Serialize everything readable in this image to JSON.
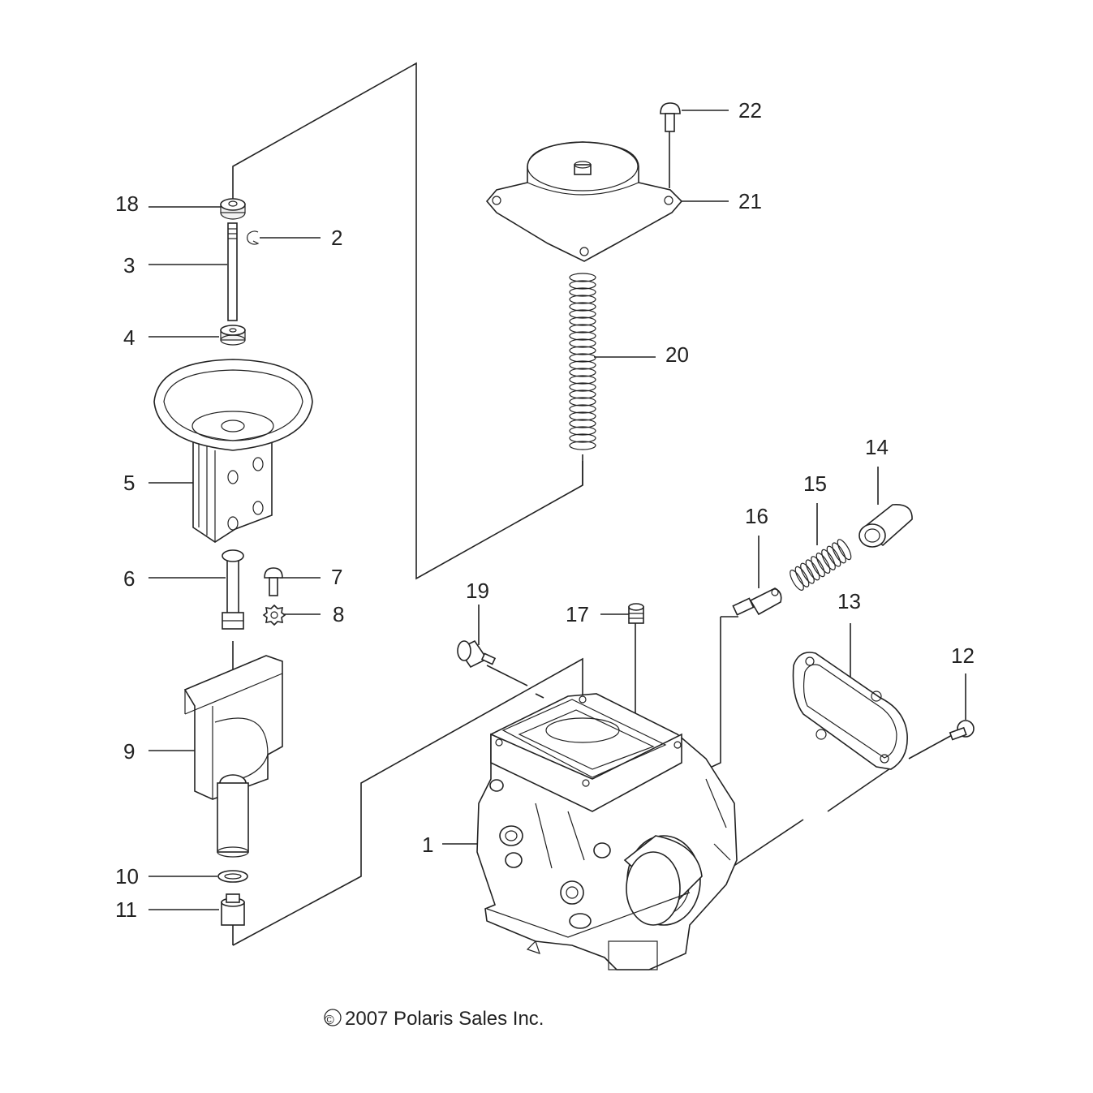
{
  "callouts": {
    "c1": "1",
    "c2": "2",
    "c3": "3",
    "c4": "4",
    "c5": "5",
    "c6": "6",
    "c7": "7",
    "c8": "8",
    "c9": "9",
    "c10": "10",
    "c11": "11",
    "c12": "12",
    "c13": "13",
    "c14": "14",
    "c15": "15",
    "c16": "16",
    "c17": "17",
    "c18": "18",
    "c19": "19",
    "c20": "20",
    "c21": "21",
    "c22": "22"
  },
  "copyright": "2007 Polaris Sales Inc.",
  "copyright_symbol": "©"
}
